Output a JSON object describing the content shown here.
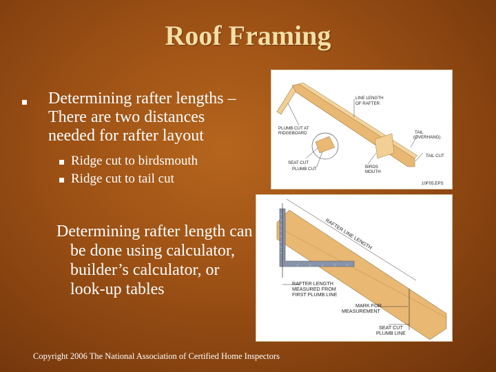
{
  "slide": {
    "title": "Roof Framing",
    "bullet_main": "Determining rafter lengths – There are two distances needed for rafter layout",
    "sub_bullets": [
      "Ridge cut to birdsmouth",
      "Ridge cut to tail cut"
    ],
    "paragraph": "Determining rafter length can be done using calculator, builder’s calculator, or look-up tables",
    "footer": "Copyright 2006 The National Association of Certified Home Inspectors",
    "bullet_marker_icon": "square-bullet-icon",
    "colors": {
      "title": "#f3dfa6",
      "background": "#9a4f14",
      "rafter_wood": "#e9b873",
      "square_tool": "#8a94a8"
    }
  },
  "figure1": {
    "labels": {
      "line_length_1": "LINE LENGTH",
      "line_length_2": "OF RAFTER",
      "plumb_ridge_1": "PLUMB CUT AT",
      "plumb_ridge_2": "RIDGEBOARD",
      "tail_1": "TAIL",
      "tail_2": "(OVERHANG)",
      "tail_cut": "TAIL CUT",
      "seat_cut": "SEAT CUT",
      "plumb_cut": "PLUMB CUT",
      "birds_1": "BIRDS",
      "birds_2": "MOUTH",
      "fig_code": "10F05.EPS"
    }
  },
  "figure2": {
    "labels": {
      "rafter_line_length": "RAFTER LINE LENGTH",
      "rafter_length_1": "RAFTER LENGTH",
      "rafter_length_2": "MEASURED FROM",
      "rafter_length_3": "FIRST PLUMB LINE",
      "mark_1": "MARK FOR",
      "mark_2": "MEASUREMENT",
      "seat_1": "SEAT CUT",
      "seat_2": "PLUMB LINE"
    }
  }
}
